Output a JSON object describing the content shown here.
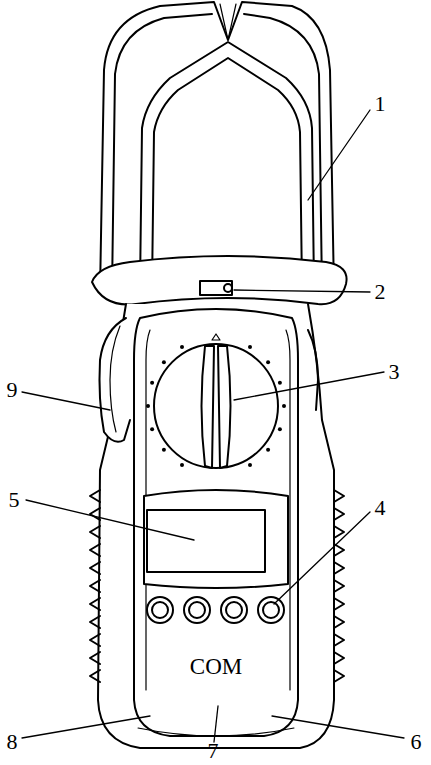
{
  "diagram": {
    "labels": [
      "1",
      "2",
      "3",
      "4",
      "5",
      "9",
      "8",
      "7",
      "6",
      "COM"
    ]
  }
}
